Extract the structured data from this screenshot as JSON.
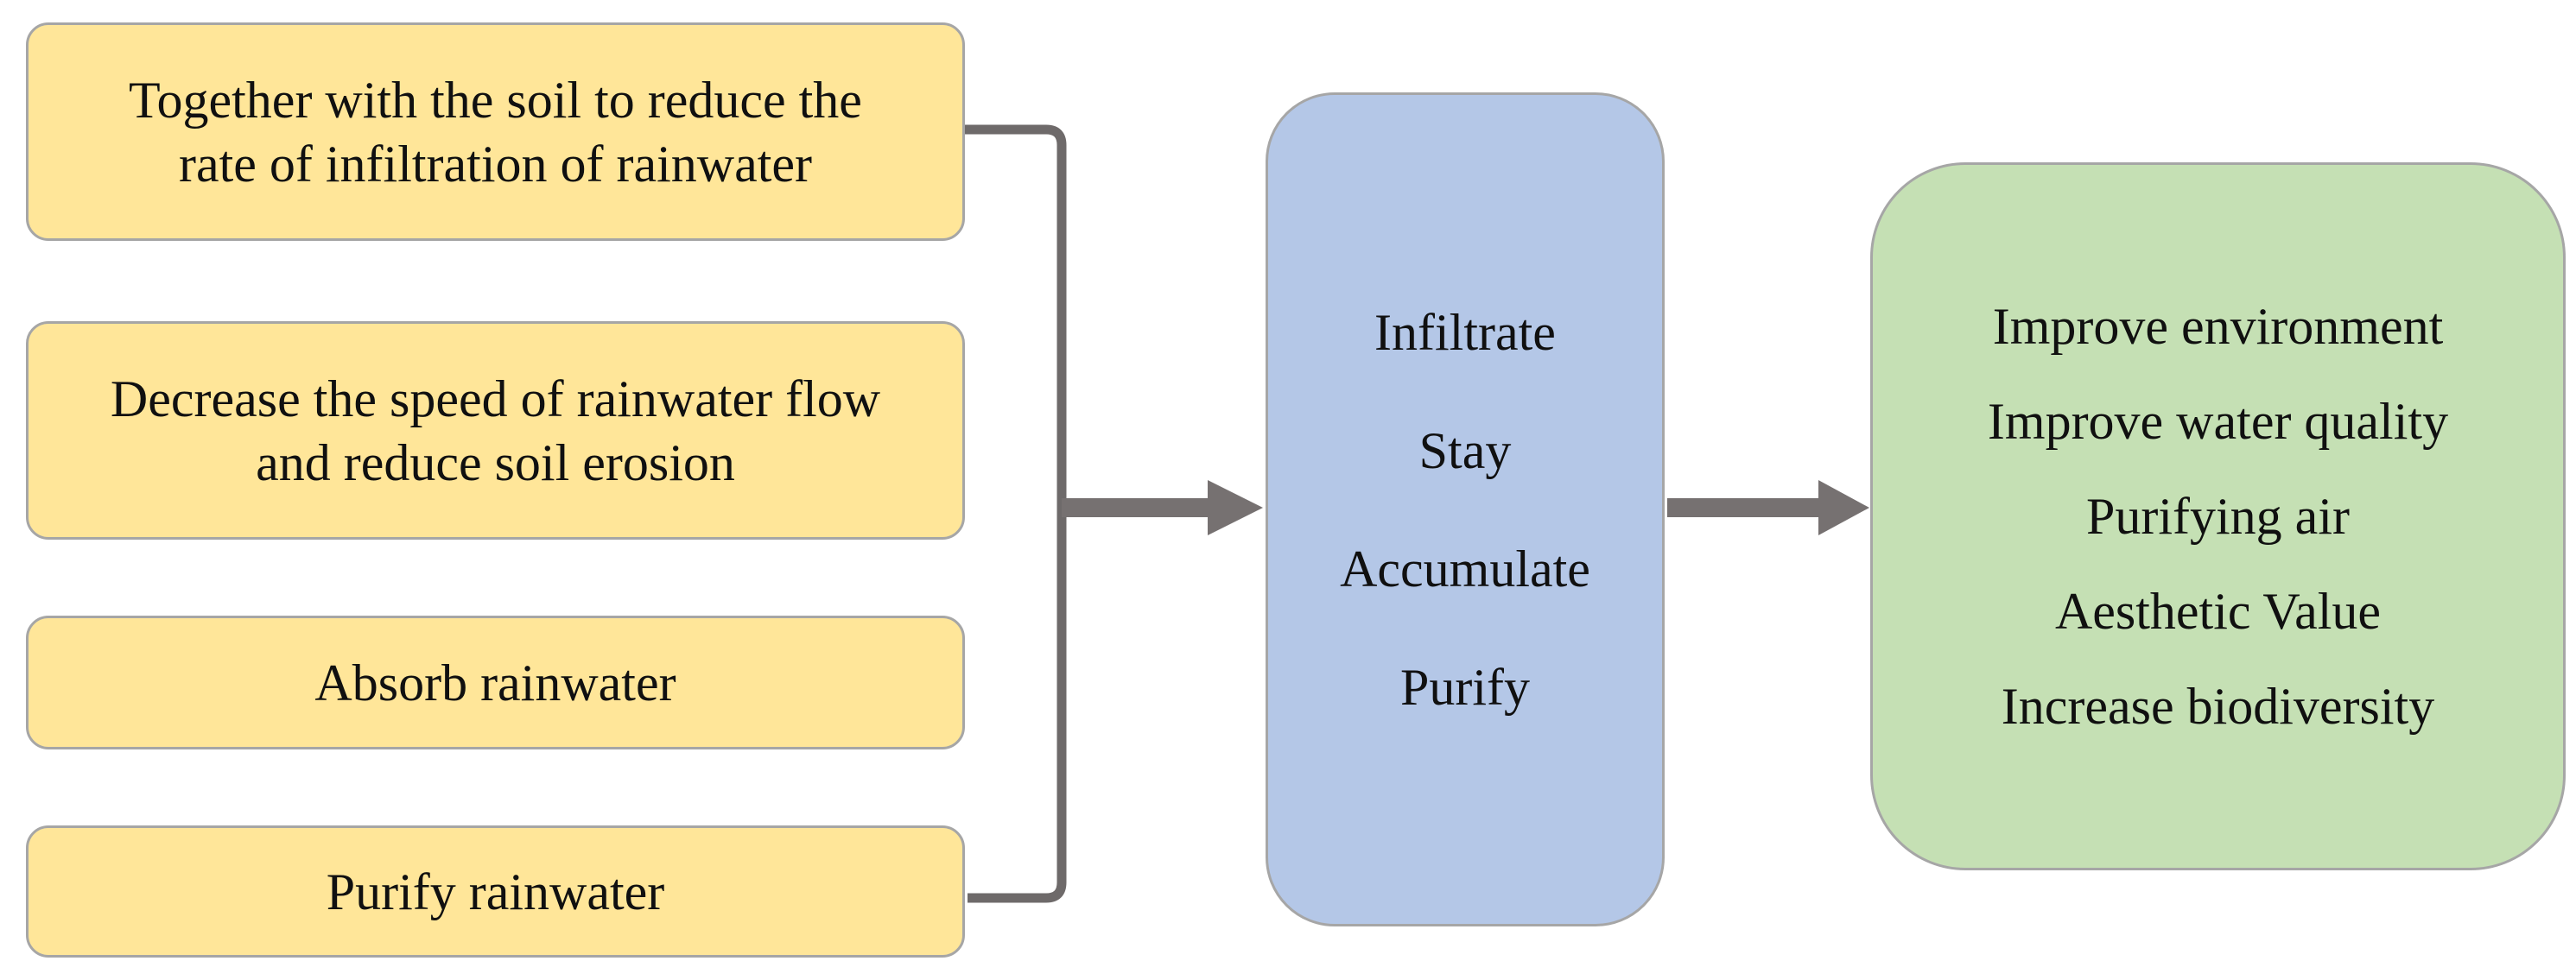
{
  "figure": {
    "source_boxes": [
      {
        "label": "Together with the soil to reduce the\nrate of infiltration of rainwater"
      },
      {
        "label": "Decrease the speed of rainwater flow\nand reduce soil erosion"
      },
      {
        "label": "Absorb rainwater"
      },
      {
        "label": "Purify rainwater"
      }
    ],
    "process_box": {
      "items": [
        "Infiltrate",
        "Stay",
        "Accumulate",
        "Purify"
      ]
    },
    "outcome_box": {
      "items": [
        "Improve environment",
        "Improve water quality",
        "Purifying air",
        "Aesthetic Value",
        "Increase biodiversity"
      ]
    }
  },
  "colors": {
    "background": "#FFFFFF",
    "source_fill": "#FFE699",
    "process_fill": "#B4C7E7",
    "outcome_fill": "#C5E0B4",
    "box_border": "#A6A6A6",
    "connector": "#6E6A6A",
    "arrow": "#767171",
    "text": "#101010"
  }
}
